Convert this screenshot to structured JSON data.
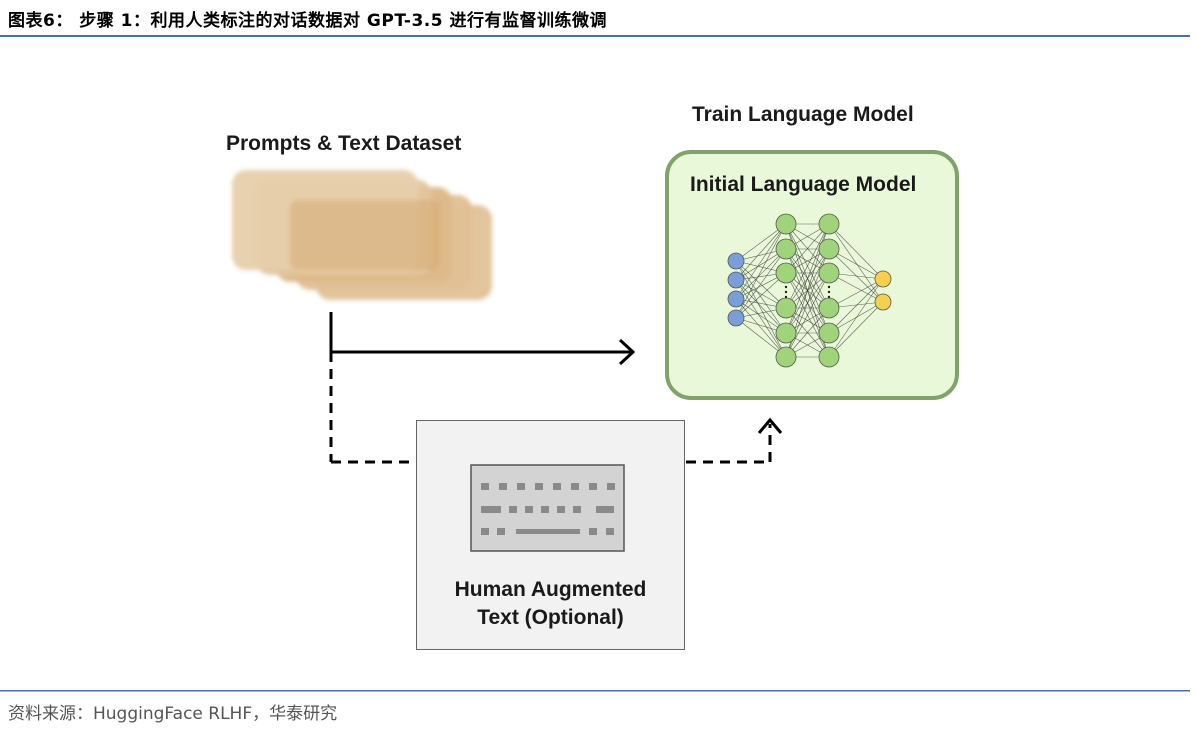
{
  "header": {
    "title": "图表6：  步骤 1：利用人类标注的对话数据对  GPT-3.5  进行有监督训练微调"
  },
  "footer": {
    "source": "资料来源：HuggingFace RLHF，华泰研究"
  },
  "diagram": {
    "prompts_label": "Prompts & Text Dataset",
    "train_label": "Train Language Model",
    "model_label": "Initial Language Model",
    "human_label_line1": "Human Augmented",
    "human_label_line2": "Text (Optional)",
    "colors": {
      "dataset_fill": "#d9b27e",
      "model_bg": "#e8f8d9",
      "model_border": "#7fa36a",
      "input_node": "#7a9fd8",
      "hidden_node": "#9fd47a",
      "output_node": "#f7cf4f",
      "rule": "#4a6fa5"
    },
    "icons": [
      "document-stack-icon",
      "neural-network-icon",
      "keyboard-icon",
      "arrow-right-icon",
      "arrow-up-icon"
    ]
  }
}
